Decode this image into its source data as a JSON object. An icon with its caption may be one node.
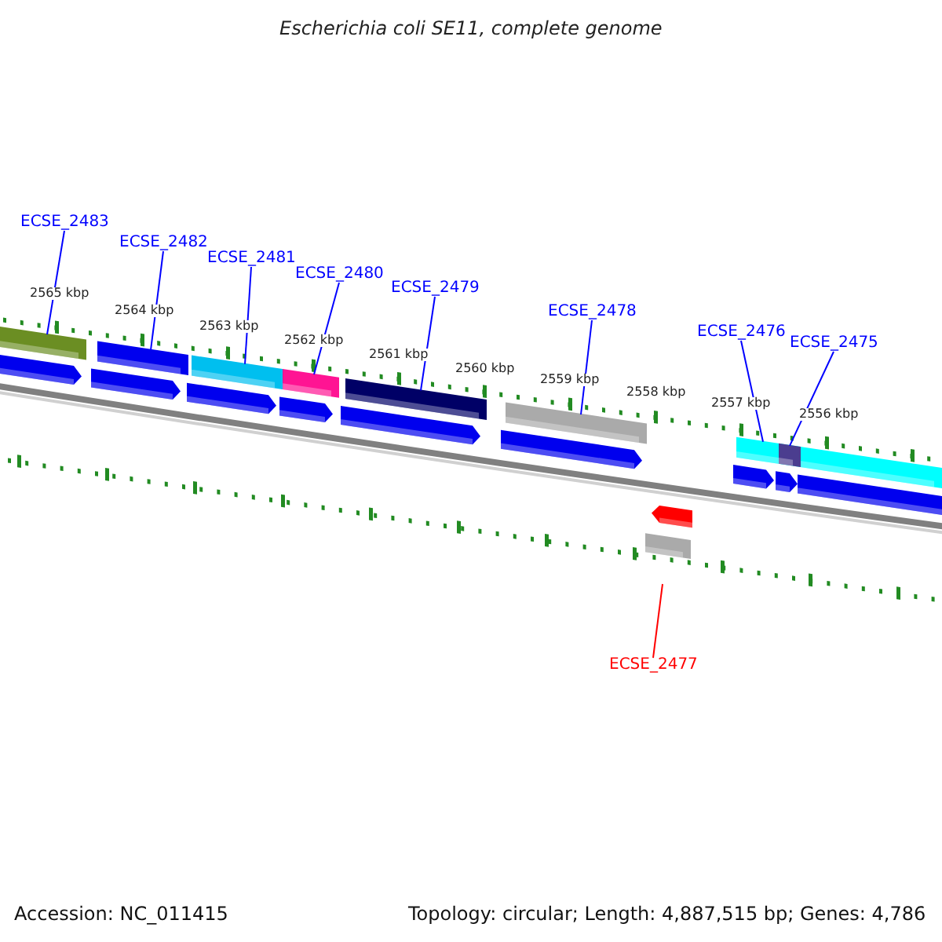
{
  "diagram": {
    "title": "Escherichia coli SE11, complete genome",
    "nodes": [
      {
        "text": [
          "ECSE_2483"
        ]
      },
      {
        "text": [
          "ECSE_2482"
        ]
      },
      {
        "text": [
          "ECSE_2481"
        ]
      },
      {
        "text": [
          "ECSE_2480"
        ]
      },
      {
        "text": [
          "ECSE_2479"
        ]
      },
      {
        "text": [
          "ECSE_2478"
        ]
      },
      {
        "text": [
          "ECSE_2476"
        ]
      },
      {
        "text": [
          "ECSE_2475"
        ]
      },
      {
        "text": [
          "ECSE_2477"
        ]
      },
      {
        "text": [],
        "shape": "bar"
      },
      {
        "text": [],
        "shape": "bar"
      },
      {
        "text": [],
        "shape": "bar"
      },
      {
        "text": [],
        "shape": "bar"
      },
      {
        "text": [],
        "shape": "bar"
      },
      {
        "text": [],
        "shape": "bar"
      },
      {
        "text": [],
        "shape": "bar"
      },
      {
        "text": [],
        "shape": "bar",
        "in": 15
      }
    ],
    "edges": [
      {
        "from": 0,
        "to": 9,
        "arrow": "none"
      },
      {
        "from": 1,
        "to": 10,
        "arrow": "none"
      },
      {
        "from": 2,
        "to": 11,
        "arrow": "none"
      },
      {
        "from": 3,
        "to": 12,
        "arrow": "none"
      },
      {
        "from": 4,
        "to": 13,
        "arrow": "none"
      },
      {
        "from": 5,
        "to": 14,
        "arrow": "none"
      },
      {
        "from": 6,
        "to": 15,
        "arrow": "none"
      },
      {
        "from": 7,
        "to": 16,
        "arrow": "none"
      },
      {
        "from": 8,
        "to": null,
        "arrow": "none",
        "color": "#ff0000"
      }
    ],
    "labels": [
      "2565 kbp",
      "2564 kbp",
      "2563 kbp",
      "2562 kbp",
      "2561 kbp",
      "2560 kbp",
      "2559 kbp",
      "2558 kbp",
      "2557 kbp",
      "2556 kbp",
      "Accession: NC_011415",
      "Topology: circular; Length: 4,887,515 bp; Genes: 4,786"
    ]
  }
}
